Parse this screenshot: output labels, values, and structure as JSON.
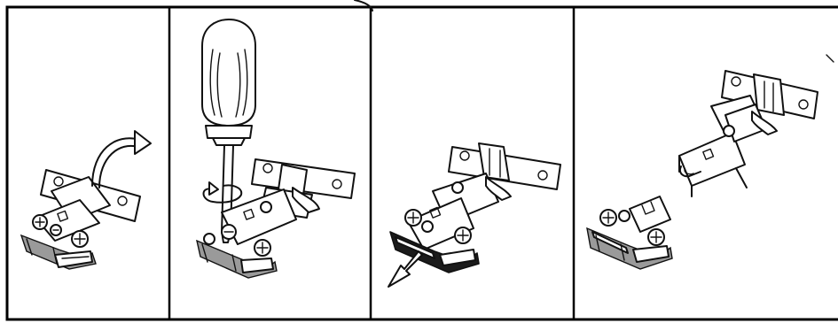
{
  "figure": {
    "panel_count": 4,
    "panels": [
      {
        "id": 1,
        "action": "rotate-mounting-plate",
        "icon": "curved-arrow-icon"
      },
      {
        "id": 2,
        "action": "loosen-screw-with-screwdriver",
        "icon": "rotate-ccw-icon"
      },
      {
        "id": 3,
        "action": "slide-hinge-arm-off",
        "icon": "outline-arrow-icon"
      },
      {
        "id": 4,
        "action": "hinge-separated-from-plate",
        "icon": "none"
      }
    ],
    "colors": {
      "line": "#111111",
      "background": "#ffffff",
      "fill_dark": "#1b1b1b",
      "fill_gray": "#9a9a9a"
    }
  }
}
